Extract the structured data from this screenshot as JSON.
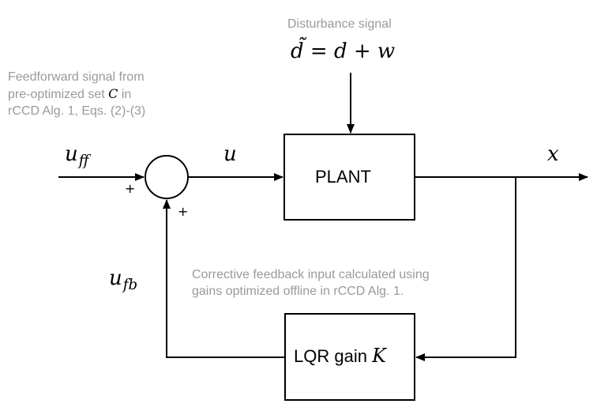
{
  "disturbance": {
    "label": "Disturbance signal",
    "equation": "d̃ = d + w"
  },
  "feedforward_note": {
    "line1": "Feedforward signal from",
    "line2_prefix": "pre-optimized set ",
    "line2_symbol": "C",
    "line2_suffix": " in",
    "line3": "rCCD Alg. 1, Eqs. (2)-(3)"
  },
  "feedback_note": {
    "line1": "Corrective feedback input calculated using",
    "line2": "gains optimized offline in rCCD Alg. 1."
  },
  "signals": {
    "u_ff_base": "u",
    "u_ff_sub": "ff",
    "u": "u",
    "x": "x",
    "u_fb_base": "u",
    "u_fb_sub": "fb"
  },
  "blocks": {
    "plant": "PLANT",
    "lqr_text": "LQR gain ",
    "lqr_symbol": "K"
  },
  "summing_junction": {
    "left_sign": "+",
    "bottom_sign": "+"
  }
}
